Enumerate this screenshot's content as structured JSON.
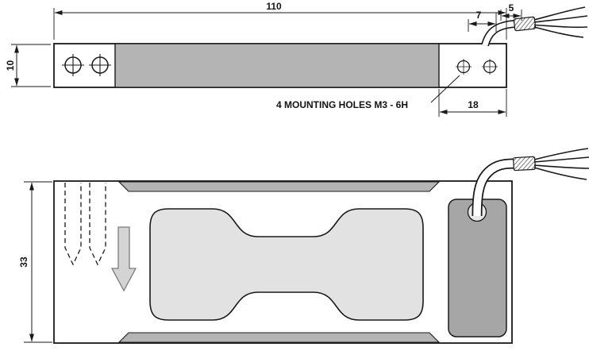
{
  "drawing": {
    "dimensions": {
      "overall_length": "110",
      "beam_height": "10",
      "cable_exit_offset": "7",
      "cable_stub_length": "5",
      "end_block_length": "18",
      "beam_width": "33"
    },
    "annotations": {
      "mounting_holes": "4 MOUNTING HOLES  M3 - 6H"
    },
    "colors": {
      "line": "#1a1a1a",
      "beam_gray": "#b4b4b4",
      "pocket_gray": "#e2e2e2",
      "block_gray": "#a6a6a6",
      "cable_entry_gray": "#e9e9e9",
      "arrow_gray": "#d4d4d4",
      "arrow_outline": "#7a7a7a"
    }
  }
}
